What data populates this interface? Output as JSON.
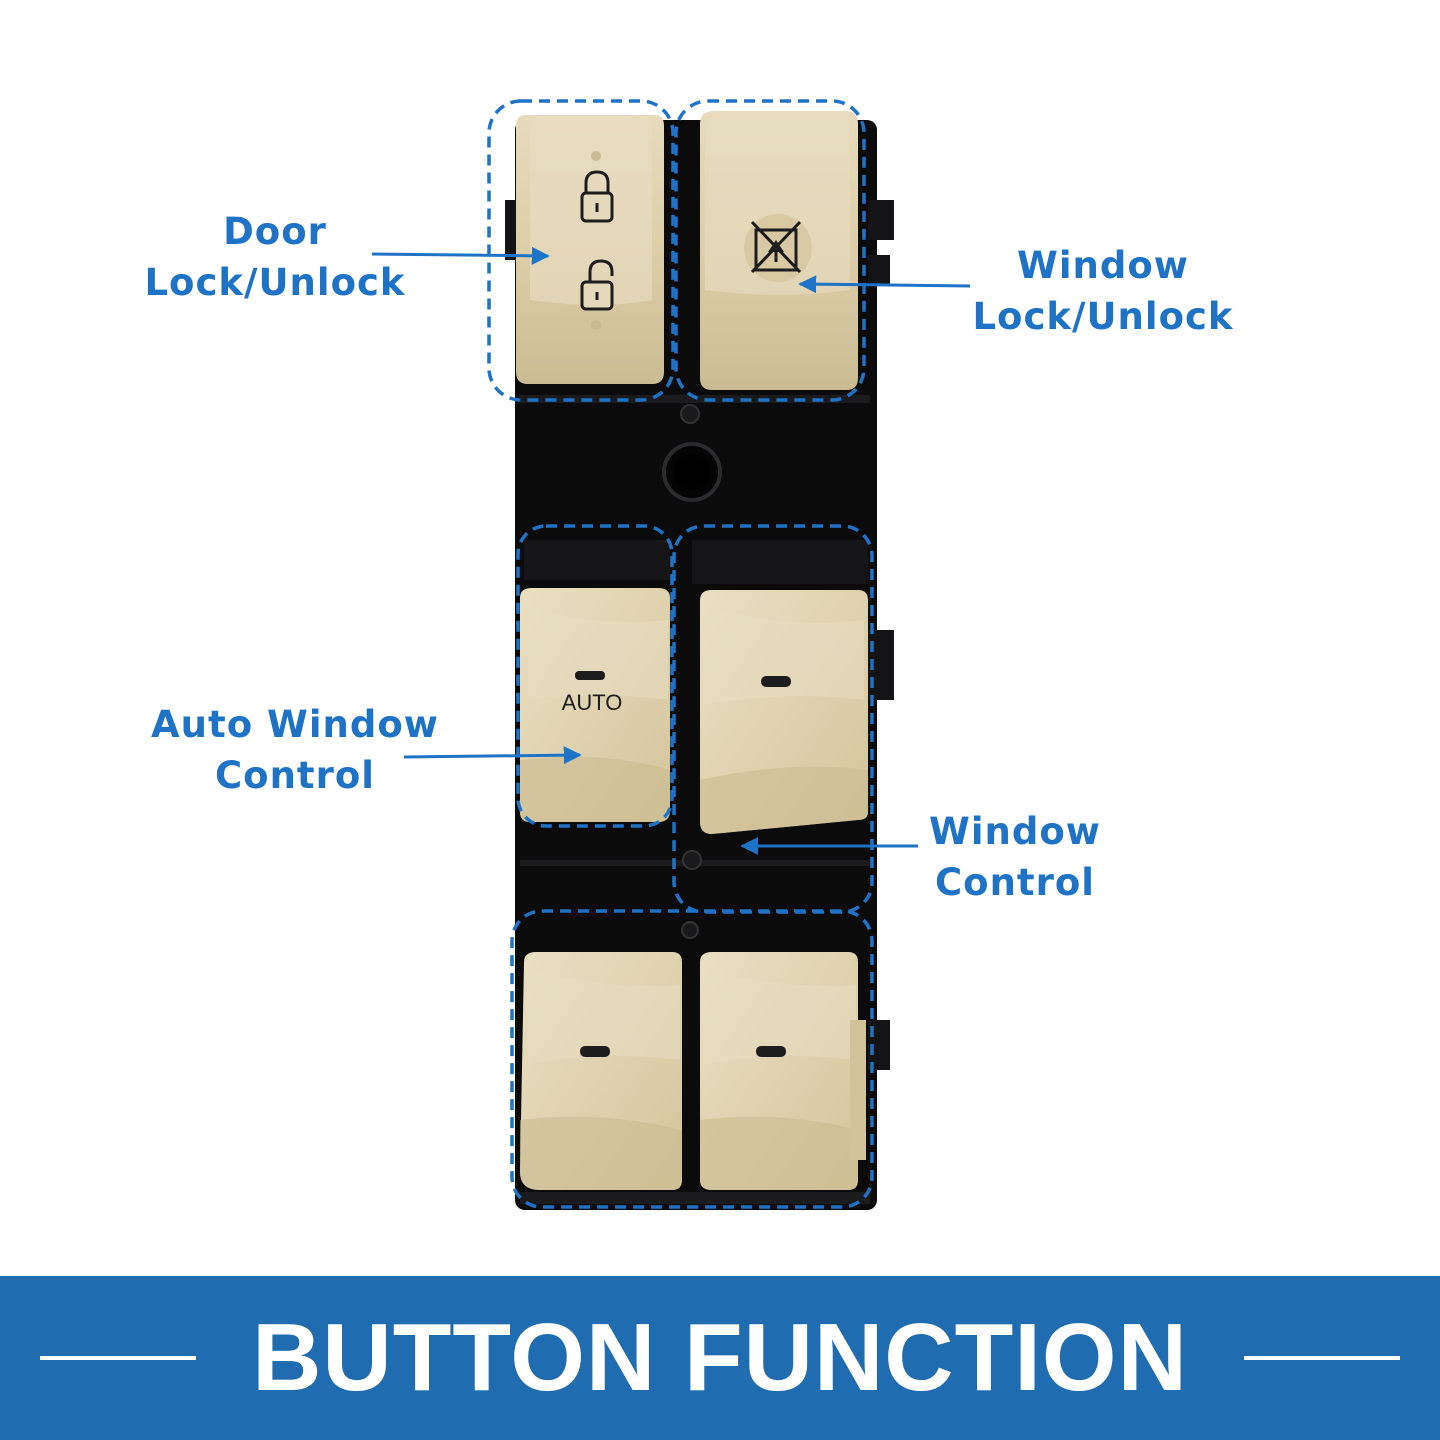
{
  "callouts": {
    "door_lock": [
      "Door",
      "Lock/Unlock"
    ],
    "window_lock": [
      "Window",
      "Lock/Unlock"
    ],
    "auto_window": [
      "Auto Window",
      "Control"
    ],
    "window_control": [
      "Window",
      "Control"
    ]
  },
  "button_labels": {
    "auto": "AUTO"
  },
  "banner": {
    "title": "BUTTON FUNCTION"
  },
  "colors": {
    "accent_blue": "#1f73c6",
    "banner_blue": "#1f6db0",
    "button_beige": "#dccfa9",
    "housing_black": "#0b0b0c"
  },
  "icons": [
    "lock-closed-icon",
    "lock-open-icon",
    "window-lock-icon",
    "window-switch-indicator-icon"
  ]
}
